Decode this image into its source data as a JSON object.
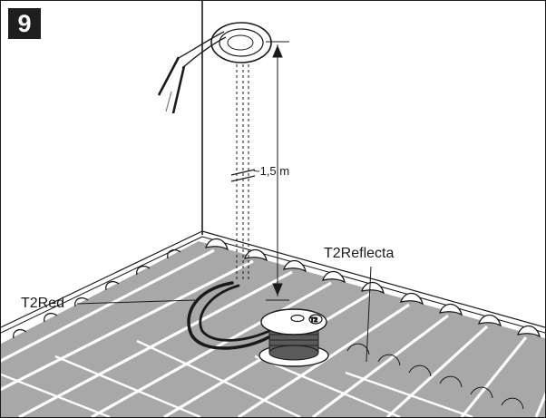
{
  "figure": {
    "step_number": "9",
    "labels": {
      "height": "~1,5 m",
      "cable": "T2Red",
      "mat": "T2Reflecta"
    },
    "colors": {
      "strip": "#9b9b9b",
      "line": "#1a1a1a",
      "background": "#ffffff"
    }
  }
}
